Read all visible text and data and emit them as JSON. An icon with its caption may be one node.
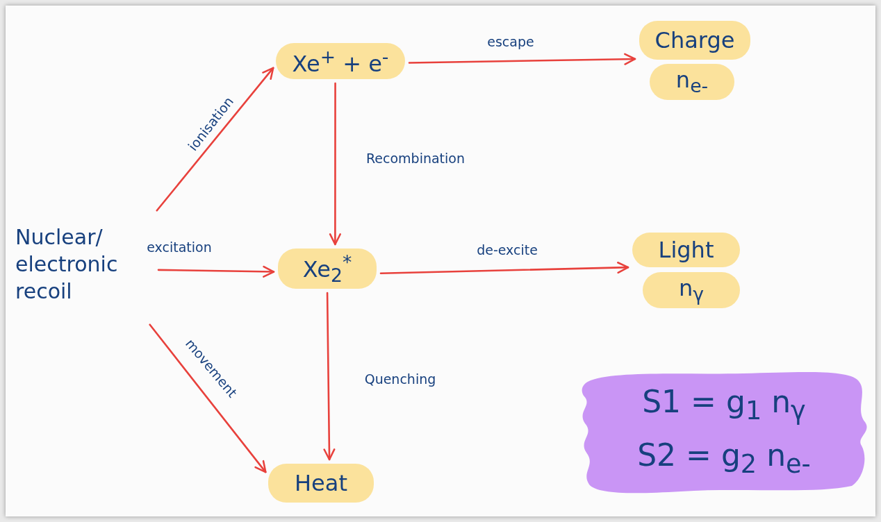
{
  "diagram": {
    "nodes": [
      {
        "text": [
          "Nuclear/ electronic recoil"
        ]
      },
      {
        "text": [
          "Xe$^{+}$ + e$^{-}$"
        ]
      },
      {
        "text": [
          "Charge"
        ]
      },
      {
        "text": [
          "n$_{e-}$"
        ]
      },
      {
        "text": [
          "Xe$_{2}$$^{*}$"
        ]
      },
      {
        "text": [
          "Light"
        ]
      },
      {
        "text": [
          "n$_{γ}$"
        ]
      },
      {
        "text": [
          "Heat"
        ]
      },
      {
        "text": [
          "S1 = g$_{1}$ n$_{γ}$",
          "S2 = g$_{2}$ n$_{e-}$"
        ]
      }
    ],
    "edges": [
      {
        "from": 0,
        "to": 1,
        "arrow": "to",
        "label": "ionisation"
      },
      {
        "from": 0,
        "to": 4,
        "arrow": "to",
        "label": "excitation"
      },
      {
        "from": 0,
        "to": 7,
        "arrow": "to",
        "label": "movement"
      },
      {
        "from": 1,
        "to": 2,
        "arrow": "to",
        "label": "escape"
      },
      {
        "from": 1,
        "to": 4,
        "arrow": "to",
        "label": "Recombination"
      },
      {
        "from": 4,
        "to": 5,
        "arrow": "to",
        "label": "de-excite"
      },
      {
        "from": 4,
        "to": 7,
        "arrow": "to",
        "label": "Quenching"
      }
    ]
  }
}
